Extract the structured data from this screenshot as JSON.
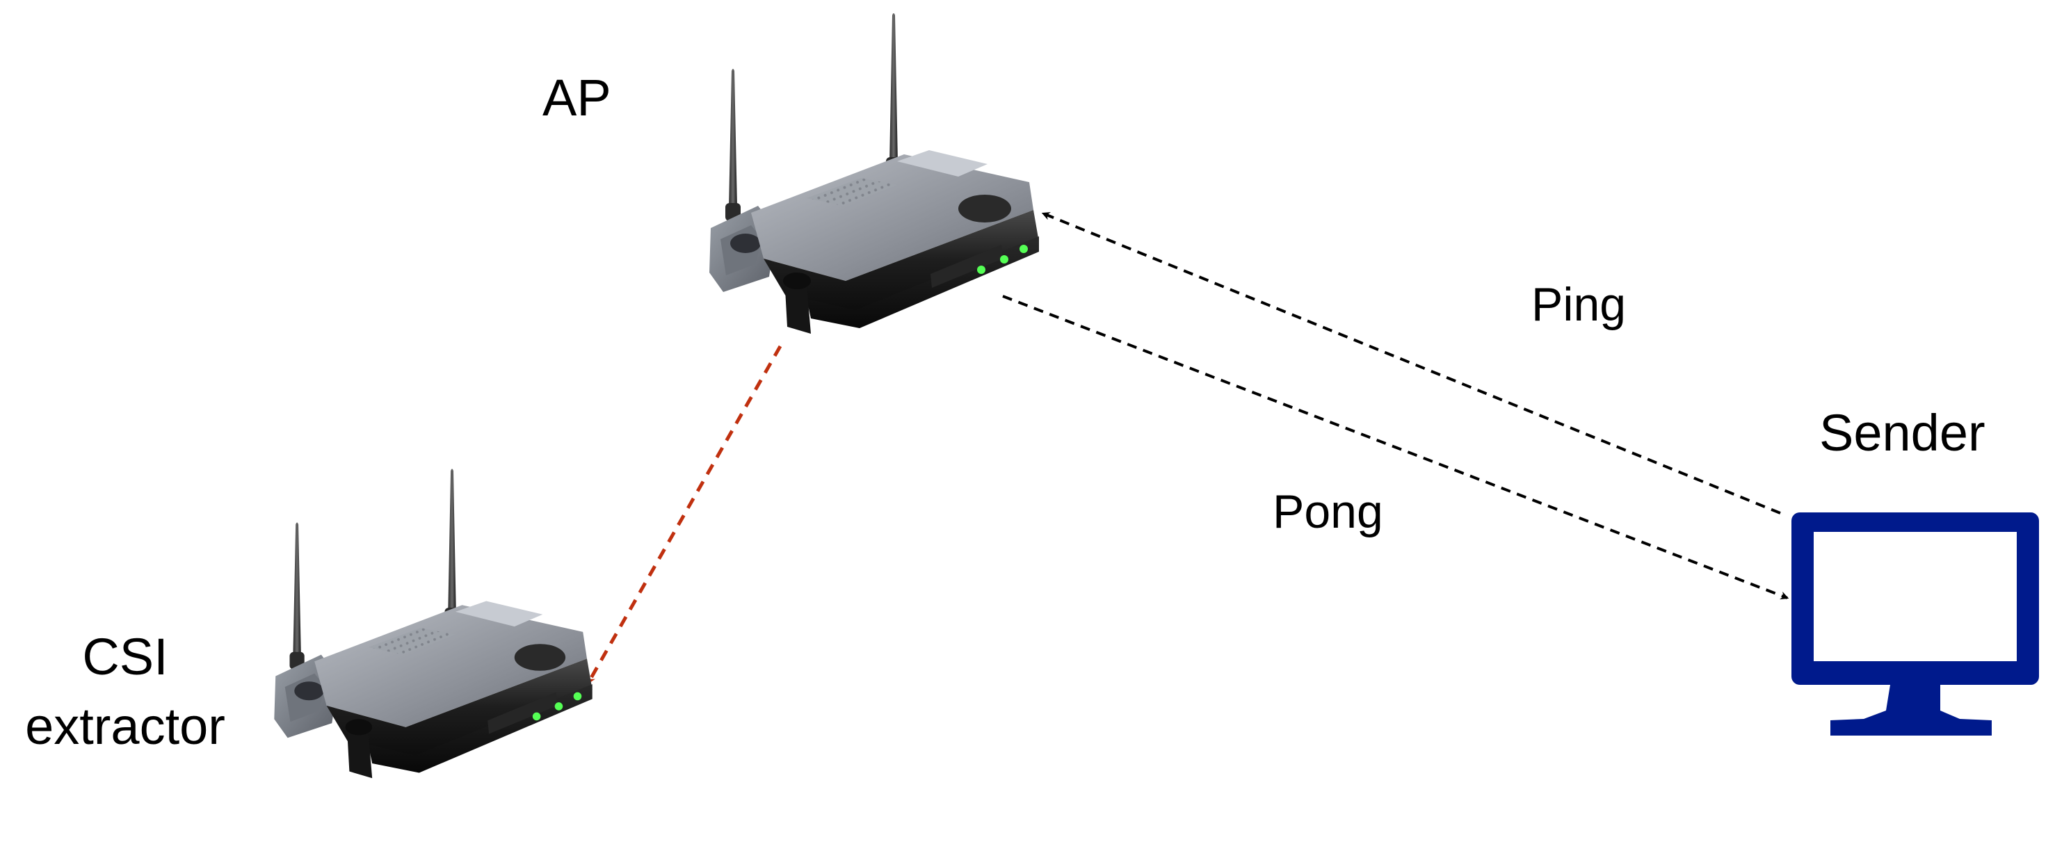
{
  "labels": {
    "ap": "AP",
    "csi_line1": "CSI",
    "csi_line2": "extractor",
    "sender": "Sender",
    "ping": "Ping",
    "pong": "Pong"
  },
  "nodes": [
    {
      "id": "ap",
      "icon": "wireless-router-icon",
      "label": "AP"
    },
    {
      "id": "csi-extractor",
      "icon": "wireless-router-icon",
      "label": "CSI extractor"
    },
    {
      "id": "sender",
      "icon": "monitor-icon",
      "label": "Sender"
    }
  ],
  "edges": [
    {
      "from": "sender",
      "to": "ap",
      "label": "Ping",
      "style": "dashed",
      "color": "#000000"
    },
    {
      "from": "ap",
      "to": "sender",
      "label": "Pong",
      "style": "dashed",
      "color": "#000000"
    },
    {
      "from": "ap",
      "to": "csi-extractor",
      "label": "",
      "style": "dashed",
      "color": "#c0300f"
    }
  ],
  "colors": {
    "monitor": "#001a8c",
    "csi_link": "#c0300f",
    "ping_pong_link": "#000000",
    "router_body": "#1c1c1c",
    "router_leds": "#55ff55"
  }
}
